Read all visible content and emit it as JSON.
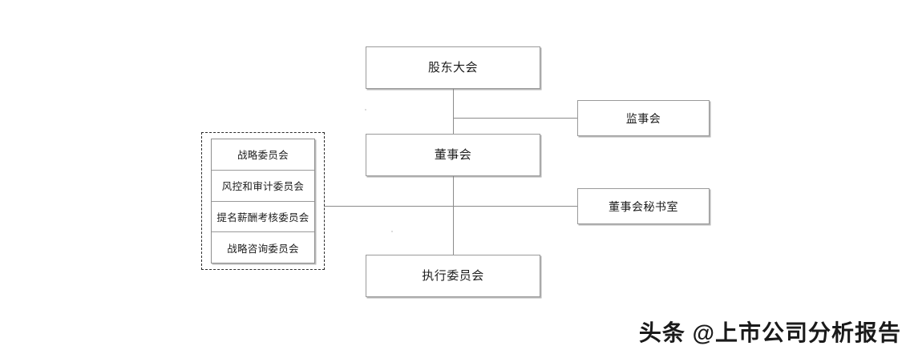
{
  "diagram": {
    "type": "org-chart",
    "title": "",
    "nodes": {
      "shareholders": "股东大会",
      "board": "董事会",
      "executive_committee": "执行委员会",
      "supervisors": "监事会",
      "board_secretariat": "董事会秘书室"
    },
    "committee_group": {
      "dashed": true,
      "items": [
        {
          "label": "战略委员会"
        },
        {
          "label": "风控和审计委员会"
        },
        {
          "label": "提名薪酬考核委员会"
        },
        {
          "label": "战略咨询委员会"
        }
      ]
    },
    "connections": [
      {
        "from": "shareholders",
        "to": "board"
      },
      {
        "from": "shareholders",
        "to": "supervisors"
      },
      {
        "from": "board",
        "to": "executive_committee"
      },
      {
        "from": "board",
        "to": "board_secretariat"
      },
      {
        "from": "board",
        "to": "committee_group"
      }
    ],
    "colors": {
      "box_border": "#9a9a9a",
      "line": "#8b8b8b",
      "dashed_border": "#2a2a2a",
      "text": "#1d1d1d",
      "background": "#ffffff"
    }
  },
  "watermark": {
    "text": "头条 @上市公司分析报告"
  }
}
